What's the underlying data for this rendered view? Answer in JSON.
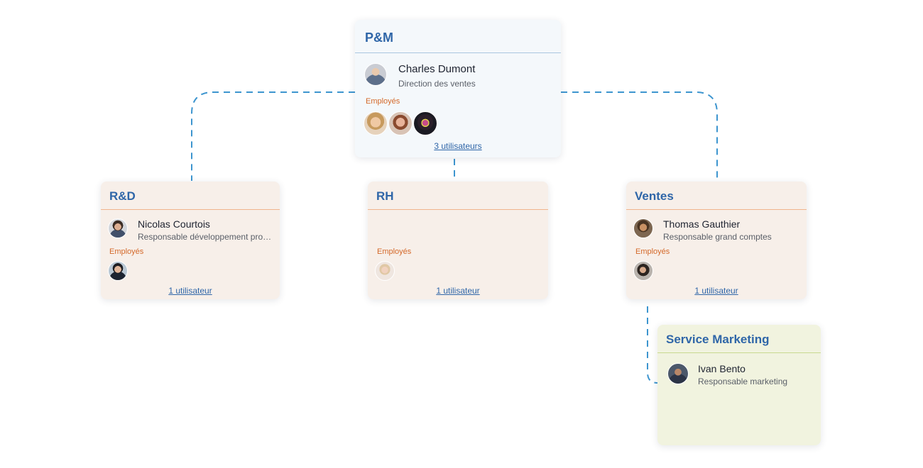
{
  "colors": {
    "connector": "#3d95cf",
    "title": "#2f66a8",
    "employees_label": "#d4692a"
  },
  "nodes": {
    "pm": {
      "title": "P&M",
      "manager_name": "Charles Dumont",
      "manager_role": "Direction des ventes",
      "employees_label": "Employés",
      "count": "3 utilisateurs"
    },
    "rd": {
      "title": "R&D",
      "manager_name": "Nicolas Courtois",
      "manager_role": "Responsable développement pro…",
      "employees_label": "Employés",
      "count": "1 utilisateur"
    },
    "rh": {
      "title": "RH",
      "employees_label": "Employés",
      "count": "1 utilisateur"
    },
    "ventes": {
      "title": "Ventes",
      "manager_name": "Thomas Gauthier",
      "manager_role": "Responsable grand comptes",
      "employees_label": "Employés",
      "count": "1 utilisateur"
    },
    "marketing": {
      "title": "Service Marketing",
      "manager_name": "Ivan Bento",
      "manager_role": "Responsable marketing"
    }
  }
}
